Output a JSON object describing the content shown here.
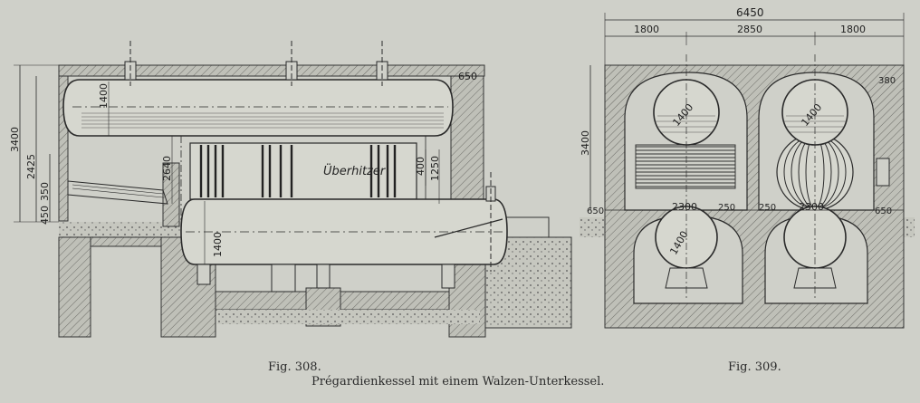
{
  "figures": {
    "fig308": {
      "caption": "Fig. 308.",
      "label_superheater": "Überhitzer",
      "dims": {
        "d3400": "3400",
        "d2425": "2425",
        "d350": "350",
        "d450": "450",
        "d1400_top": "1400",
        "d2640": "2640",
        "d400": "400",
        "d1250": "1250",
        "d1400_bottom": "1400",
        "d650": "650"
      }
    },
    "fig309": {
      "caption": "Fig. 309.",
      "dims": {
        "d6450": "6450",
        "d1800_left": "1800",
        "d2850": "2850",
        "d1800_right": "1800",
        "d380": "380",
        "d3400": "3400",
        "d1400_left": "1400",
        "d1400_right": "1400",
        "d2300_left": "2300",
        "d2300_right": "2300",
        "d250_left": "250",
        "d250_right": "250",
        "d650_left": "650",
        "d650_right": "650",
        "d1400_lower": "1400"
      }
    }
  },
  "main_caption": "Prégardienkessel mit einem Walzen-Unterkessel.",
  "colors": {
    "background": "#cfd0c9",
    "ink": "#2a2a2a",
    "masonry": "#b9bab2"
  }
}
